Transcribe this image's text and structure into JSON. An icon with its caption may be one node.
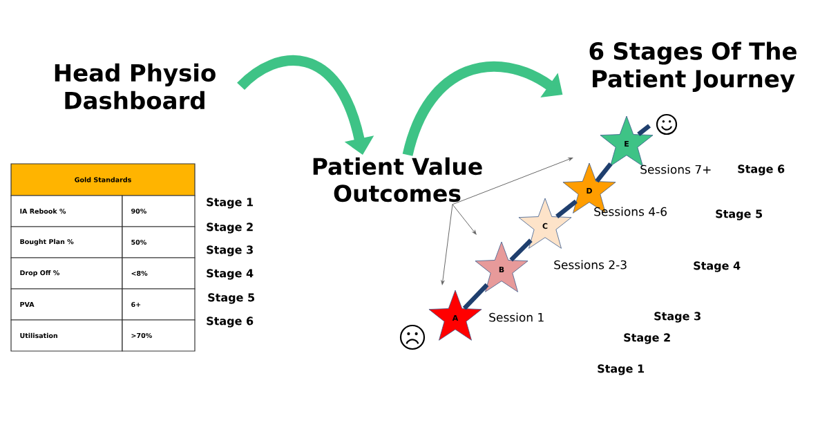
{
  "diagram": {
    "nodes": [
      {
        "text": [
          "Head Physio Dashboard"
        ]
      },
      {
        "text": [
          "Patient Value Outcomes"
        ]
      },
      {
        "text": [
          "6 Stages Of The Patient Journey"
        ]
      },
      {
        "text": [
          "A"
        ],
        "beside": [
          "Session 1"
        ]
      },
      {
        "text": [
          "B"
        ]
      },
      {
        "text": [
          "C"
        ]
      },
      {
        "text": [
          "D"
        ],
        "beside": [
          "Sessions 4-6"
        ]
      },
      {
        "text": [
          "E"
        ],
        "beside": [
          "Sessions 7+"
        ]
      }
    ],
    "edges": [
      {
        "from": 0,
        "to": 1,
        "arrow": "to",
        "style": "thick",
        "color": "#3ec386"
      },
      {
        "from": 1,
        "to": 2,
        "arrow": "to",
        "style": "thick",
        "color": "#3ec386"
      },
      {
        "from": 1,
        "to": null,
        "arrow": "to",
        "color": "#666666"
      },
      {
        "from": 1,
        "to": null,
        "arrow": "to",
        "color": "#666666"
      },
      {
        "from": 1,
        "to": null,
        "arrow": "to",
        "color": "#666666"
      },
      {
        "from": 3,
        "to": 4,
        "arrow": "none"
      },
      {
        "from": 4,
        "to": 5,
        "arrow": "none"
      },
      {
        "from": 5,
        "to": 6,
        "arrow": "none"
      },
      {
        "from": 6,
        "to": 7,
        "arrow": "none"
      },
      {
        "from": 7,
        "to": null,
        "arrow": "none"
      }
    ],
    "labels": [
      "Gold Standards",
      "IA Rebook %",
      "90%",
      "Bought Plan %",
      "50%",
      "Drop Off %",
      "<8%",
      "PVA",
      "6+",
      "Utilisation",
      ">70%",
      "Stage 1",
      "Stage 2",
      "Stage 3",
      "Stage 4",
      "Stage 5",
      "Stage 6",
      "Stage 6",
      "Stage 5",
      "Stage 4",
      "Stage 3",
      "Stage 2",
      "Stage 1",
      "Sessions 2-3"
    ]
  }
}
